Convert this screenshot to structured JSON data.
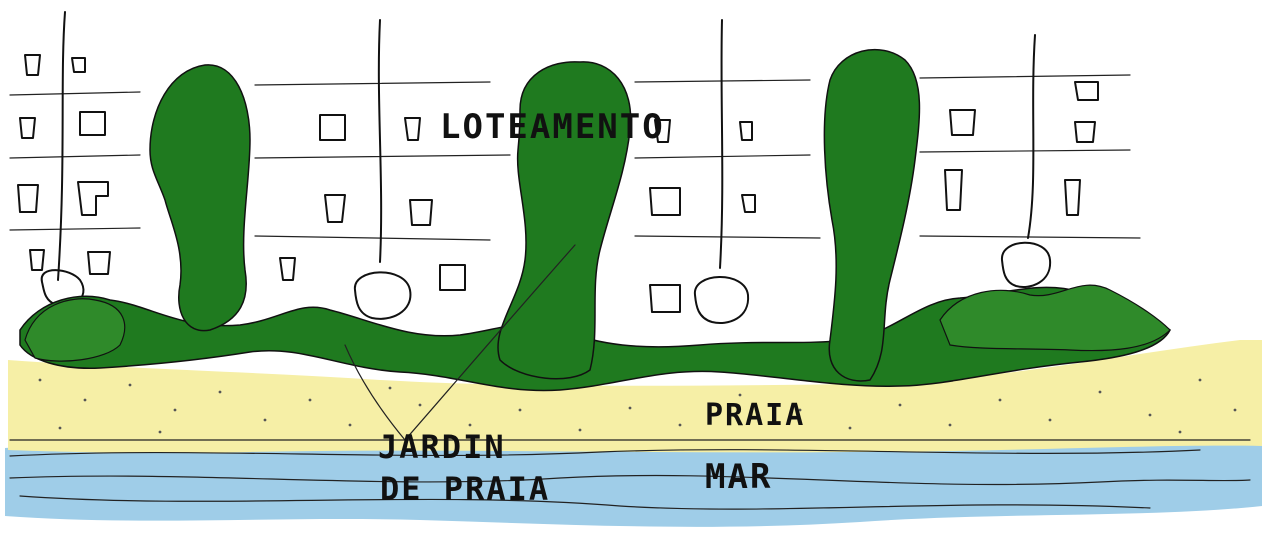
{
  "labels": {
    "loteamento": "LOTEAMENTO",
    "praia": "PRAIA",
    "jardim_line1": "JARDIN",
    "jardim_line2": "DE PRAIA",
    "mar": "MAR"
  },
  "colors": {
    "vegetation": "#1f7a1f",
    "vegetation_light": "#3f9f2f",
    "sand": "#f6efa6",
    "sea": "#9fcde8",
    "ink": "#111111"
  }
}
